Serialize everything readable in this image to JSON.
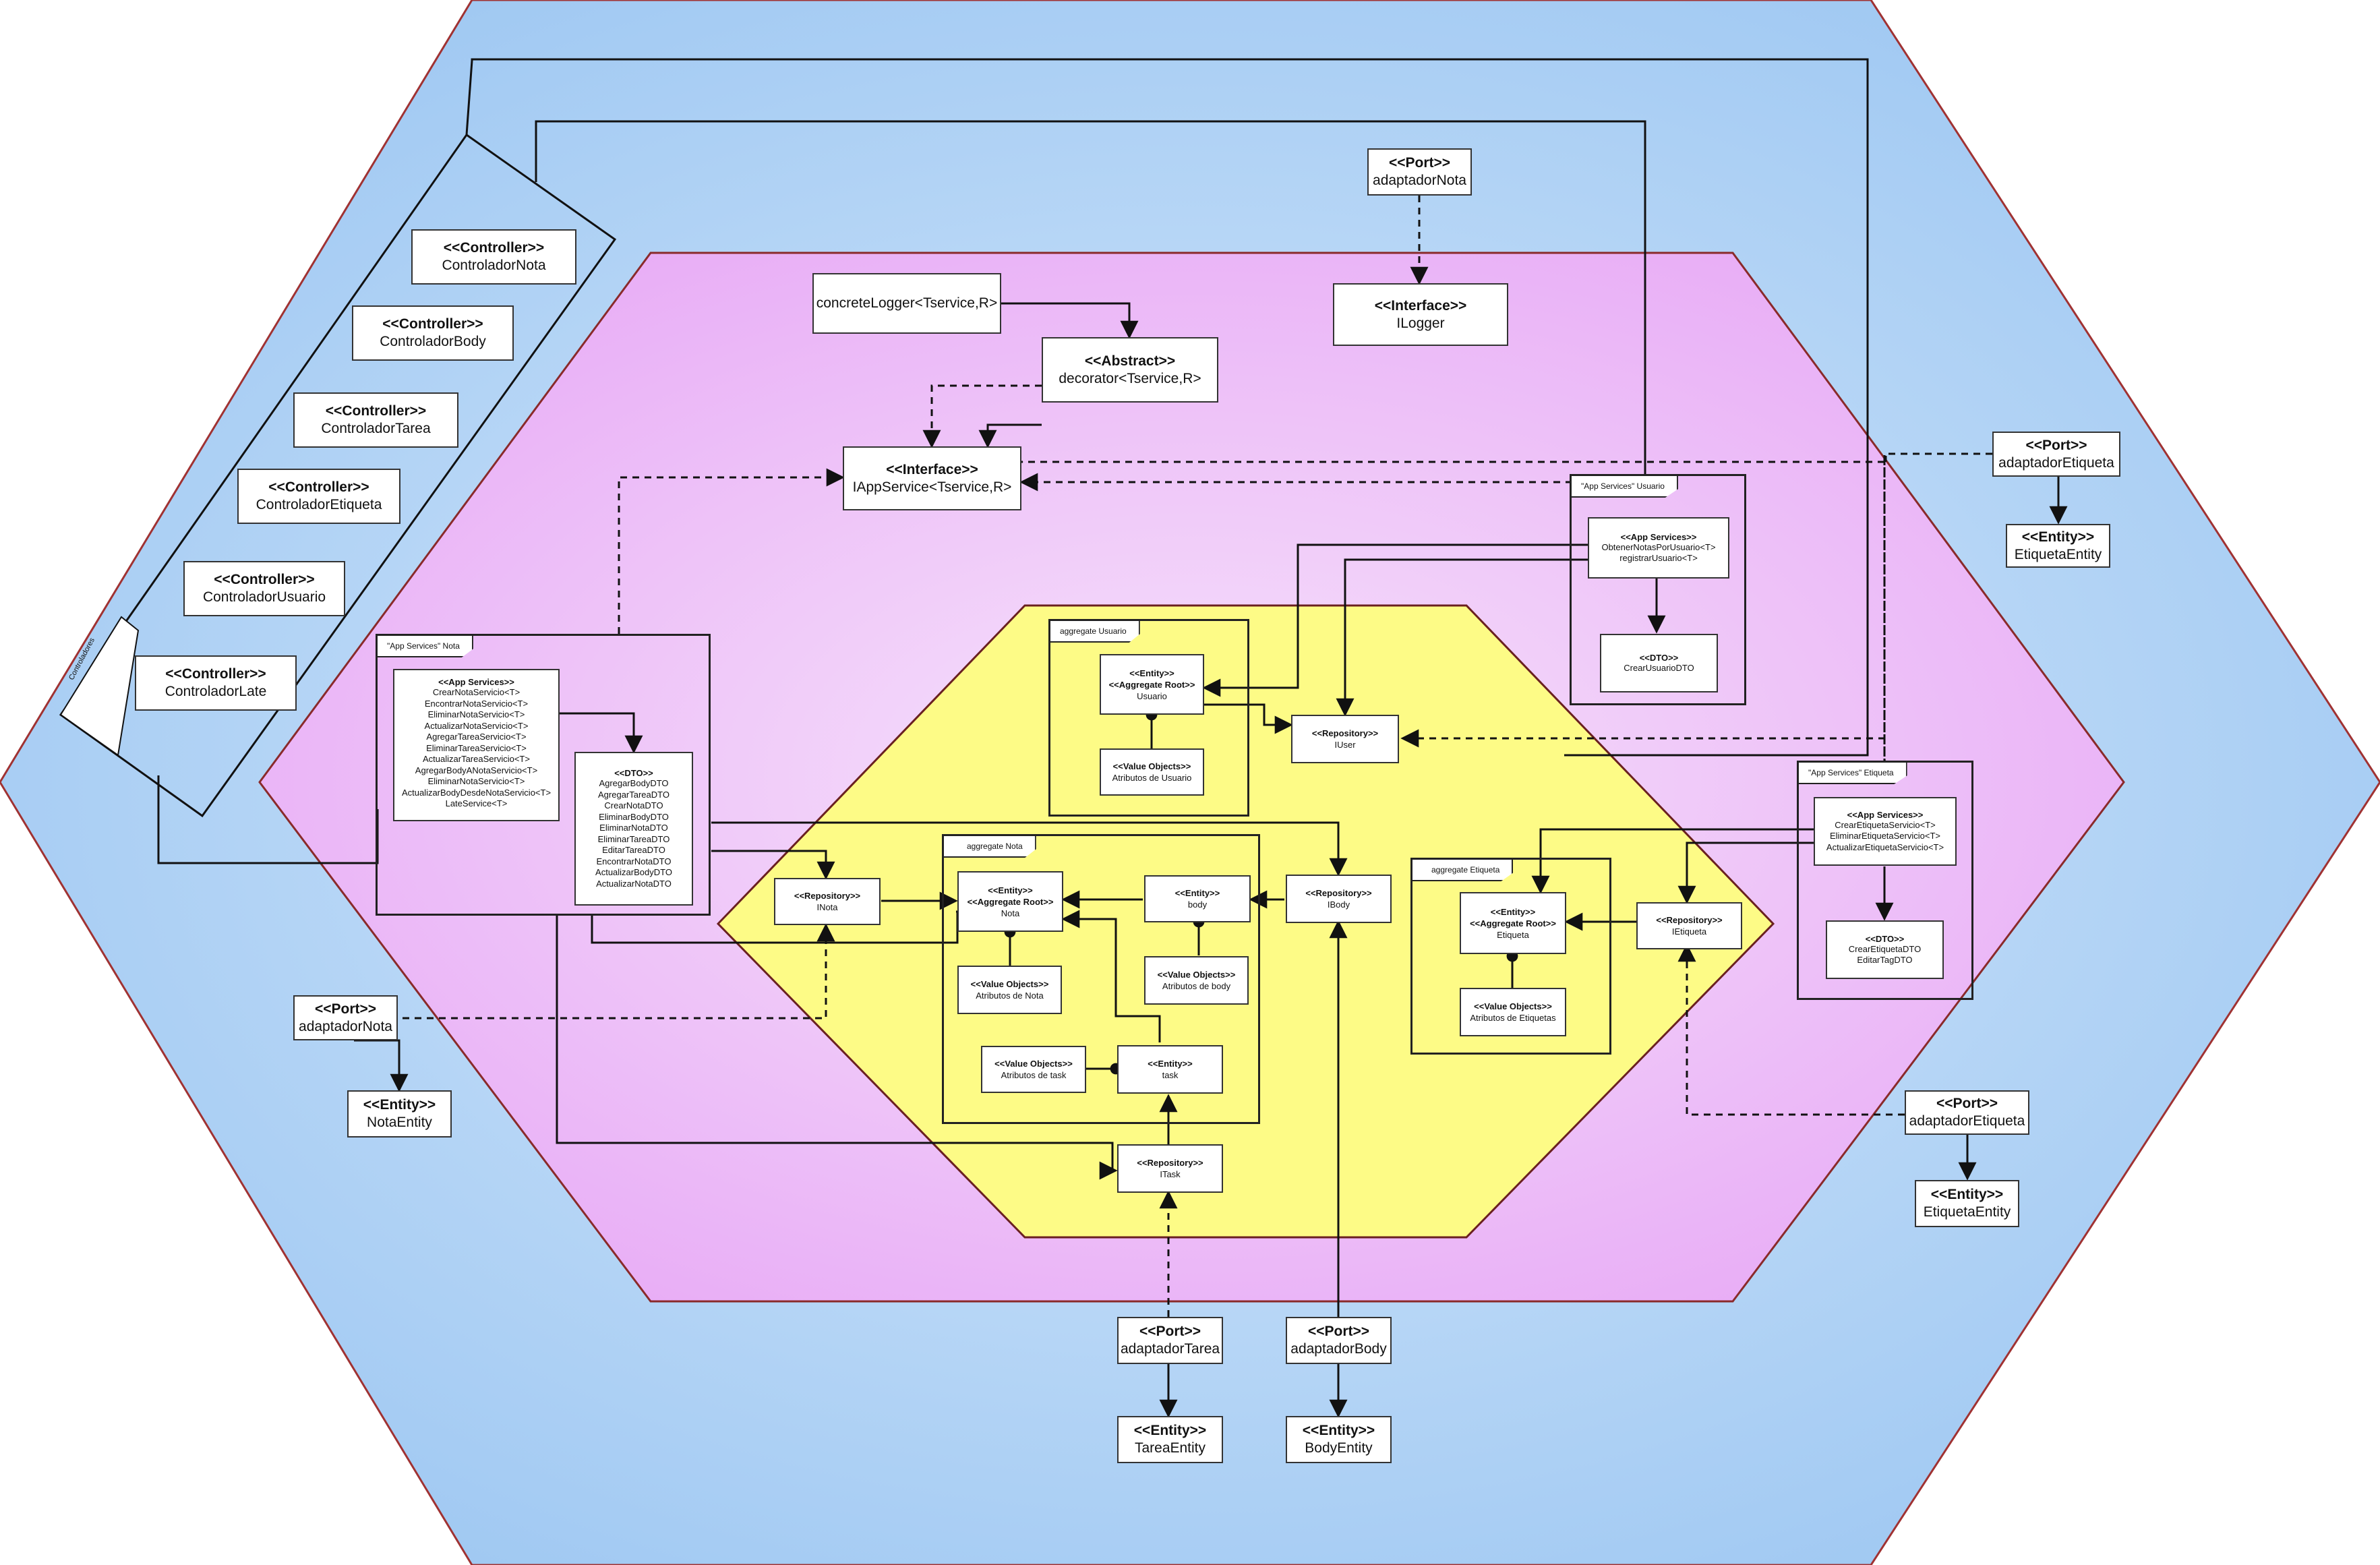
{
  "colors": {
    "outer_hex_fill": "#9fc8f2",
    "outer_hex_stroke": "#a03232",
    "middle_hex_fill": "#e8acf6",
    "inner_hex_fill": "#fdfb86",
    "line": "#111111"
  },
  "controllers_group": {
    "label": "Controladores",
    "items": [
      {
        "stereotype": "<<Controller>>",
        "name": "ControladorNota"
      },
      {
        "stereotype": "<<Controller>>",
        "name": "ControladorBody"
      },
      {
        "stereotype": "<<Controller>>",
        "name": "ControladorTarea"
      },
      {
        "stereotype": "<<Controller>>",
        "name": "ControladorEtiqueta"
      },
      {
        "stereotype": "<<Controller>>",
        "name": "ControladorUsuario"
      },
      {
        "stereotype": "<<Controller>>",
        "name": "ControladorLate"
      }
    ]
  },
  "ports": {
    "nota_top": {
      "stereotype": "<<Port>>",
      "name": "adaptadorNota"
    },
    "etiqueta_top": {
      "stereotype": "<<Port>>",
      "name": "adaptadorEtiqueta"
    },
    "nota_left": {
      "stereotype": "<<Port>>",
      "name": "adaptadorNota"
    },
    "etiqueta_right": {
      "stereotype": "<<Port>>",
      "name": "adaptadorEtiqueta"
    },
    "tarea": {
      "stereotype": "<<Port>>",
      "name": "adaptadorTarea"
    },
    "body": {
      "stereotype": "<<Port>>",
      "name": "adaptadorBody"
    }
  },
  "external_entities": {
    "etiqueta_top": {
      "stereotype": "<<Entity>>",
      "name": "EtiquetaEntity"
    },
    "nota": {
      "stereotype": "<<Entity>>",
      "name": "NotaEntity"
    },
    "etiqueta_right": {
      "stereotype": "<<Entity>>",
      "name": "EtiquetaEntity"
    },
    "tarea": {
      "stereotype": "<<Entity>>",
      "name": "TareaEntity"
    },
    "body": {
      "stereotype": "<<Entity>>",
      "name": "BodyEntity"
    }
  },
  "core": {
    "ilogger": {
      "stereotype": "<<Interface>>",
      "name": "ILogger"
    },
    "concrete_logger": {
      "name": "concreteLogger<Tservice,R>"
    },
    "decorator": {
      "stereotype": "<<Abstract>>",
      "name": "decorator<Tservice,R>"
    },
    "iappservice": {
      "stereotype": "<<Interface>>",
      "name": "IAppService<Tservice,R>"
    }
  },
  "app_services_nota": {
    "label": "\"App Services\" Nota",
    "services": {
      "stereotype": "<<App Services>>",
      "items": [
        "CrearNotaServicio<T>",
        "EncontrarNotaServicio<T>",
        "EliminarNotaServicio<T>",
        "ActualizarNotaServicio<T>",
        "AgregarTareaServicio<T>",
        "EliminarTareaServicio<T>",
        "ActualizarTareaServicio<T>",
        "AgregarBodyANotaServicio<T>",
        "EliminarNotaServicio<T>",
        "ActualizarBodyDesdeNotaServicio<T>",
        "LateService<T>"
      ]
    },
    "dto": {
      "stereotype": "<<DTO>>",
      "items": [
        "AgregarBodyDTO",
        "AgregarTareaDTO",
        "CrearNotaDTO",
        "EliminarBodyDTO",
        "EliminarNotaDTO",
        "EliminarTareaDTO",
        "EditarTareaDTO",
        "EncontrarNotaDTO",
        "ActualizarBodyDTO",
        "ActualizarNotaDTO"
      ]
    }
  },
  "app_services_usuario": {
    "label": "\"App Services\" Usuario",
    "services": {
      "stereotype": "<<App Services>>",
      "items": [
        "ObtenerNotasPorUsuario<T>",
        "registrarUsuario<T>"
      ]
    },
    "dto": {
      "stereotype": "<<DTO>>",
      "items": [
        "CrearUsuarioDTO"
      ]
    }
  },
  "app_services_etiqueta": {
    "label": "\"App Services\" Etiqueta",
    "services": {
      "stereotype": "<<App Services>>",
      "items": [
        "CrearEtiquetaServicio<T>",
        "EliminarEtiquetaServicio<T>",
        "ActualizarEtiquetaServicio<T>"
      ]
    },
    "dto": {
      "stereotype": "<<DTO>>",
      "items": [
        "CrearEtiquetaDTO",
        "EditarTagDTO"
      ]
    }
  },
  "aggregate_usuario": {
    "label": "aggregate Usuario",
    "root": {
      "stereotype1": "<<Entity>>",
      "stereotype2": "<<Aggregate Root>>",
      "name": "Usuario"
    },
    "vo": {
      "stereotype": "<<Value Objects>>",
      "name": "Atributos de Usuario"
    }
  },
  "aggregate_nota": {
    "label": "aggregate Nota",
    "root": {
      "stereotype1": "<<Entity>>",
      "stereotype2": "<<Aggregate Root>>",
      "name": "Nota"
    },
    "vo_nota": {
      "stereotype": "<<Value Objects>>",
      "name": "Atributos de Nota"
    },
    "body": {
      "stereotype": "<<Entity>>",
      "name": "body"
    },
    "vo_body": {
      "stereotype": "<<Value Objects>>",
      "name": "Atributos de body"
    },
    "task": {
      "stereotype": "<<Entity>>",
      "name": "task"
    },
    "vo_task": {
      "stereotype": "<<Value Objects>>",
      "name": "Atributos de task"
    }
  },
  "aggregate_etiqueta": {
    "label": "aggregate Etiqueta",
    "root": {
      "stereotype1": "<<Entity>>",
      "stereotype2": "<<Aggregate Root>>",
      "name": "Etiqueta"
    },
    "vo": {
      "stereotype": "<<Value Objects>>",
      "name": "Atributos de Etiquetas"
    }
  },
  "repositories": {
    "iuser": {
      "stereotype": "<<Repository>>",
      "name": "IUser"
    },
    "inota": {
      "stereotype": "<<Repository>>",
      "name": "INota"
    },
    "ibody": {
      "stereotype": "<<Repository>>",
      "name": "IBody"
    },
    "ietiqueta": {
      "stereotype": "<<Repository>>",
      "name": "IEtiqueta"
    },
    "itask": {
      "stereotype": "<<Repository>>",
      "name": "ITask"
    }
  }
}
